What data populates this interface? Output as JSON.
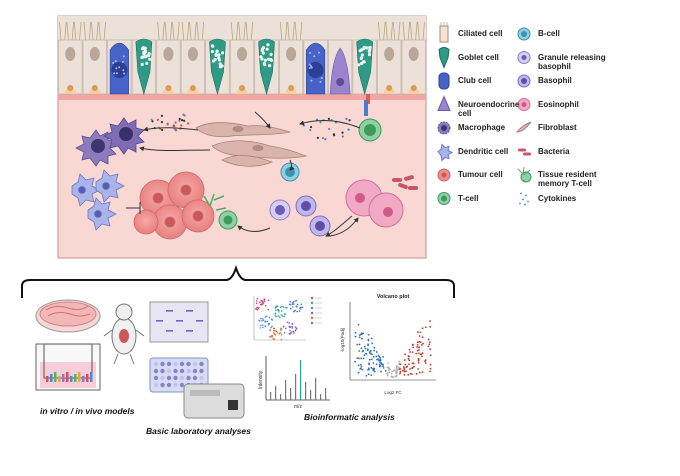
{
  "legend": {
    "left": [
      {
        "label": "Ciliated cell",
        "icon": "ciliated-cell-icon"
      },
      {
        "label": "Goblet cell",
        "icon": "goblet-cell-icon"
      },
      {
        "label": "Club cell",
        "icon": "club-cell-icon"
      },
      {
        "label": "Neuroendocrine cell",
        "icon": "neuroendocrine-cell-icon"
      },
      {
        "label": "Macrophage",
        "icon": "macrophage-icon"
      },
      {
        "label": "Dendritic cell",
        "icon": "dendritic-cell-icon"
      },
      {
        "label": "Tumour cell",
        "icon": "tumour-cell-icon"
      },
      {
        "label": "T-cell",
        "icon": "t-cell-icon"
      }
    ],
    "right": [
      {
        "label": "B-cell",
        "icon": "b-cell-icon"
      },
      {
        "label": "Granule releasing basophil",
        "icon": "granule-basophil-icon"
      },
      {
        "label": "Basophil",
        "icon": "basophil-icon"
      },
      {
        "label": "Eosinophil",
        "icon": "eosinophil-icon"
      },
      {
        "label": "Fibroblast",
        "icon": "fibroblast-icon"
      },
      {
        "label": "Bacteria",
        "icon": "bacteria-icon"
      },
      {
        "label": "Tissue resident memory T-cell",
        "icon": "trm-cell-icon"
      },
      {
        "label": "Cytokines",
        "icon": "cytokines-icon"
      }
    ]
  },
  "methods": {
    "in_vitro_caption": "in vitro / in vivo models",
    "lab_caption": "Basic laboratory analyses",
    "bioinfo_caption": "Bioinformatic analysis",
    "volcano_title": "Volcano plot",
    "volcano_xlabel": "Log2 FC",
    "volcano_ylabel": "-log10(Padj)",
    "mass_ylabel": "Intensity",
    "mass_xlabel": "m/z"
  },
  "colors": {
    "epithelium": "#ece1d8",
    "submucosa": "#f9d8d3",
    "basement": "#f0a7a3",
    "tumour": "#f08b8b",
    "volcano_up": "#c0392b",
    "volcano_down": "#2f6fb5"
  }
}
